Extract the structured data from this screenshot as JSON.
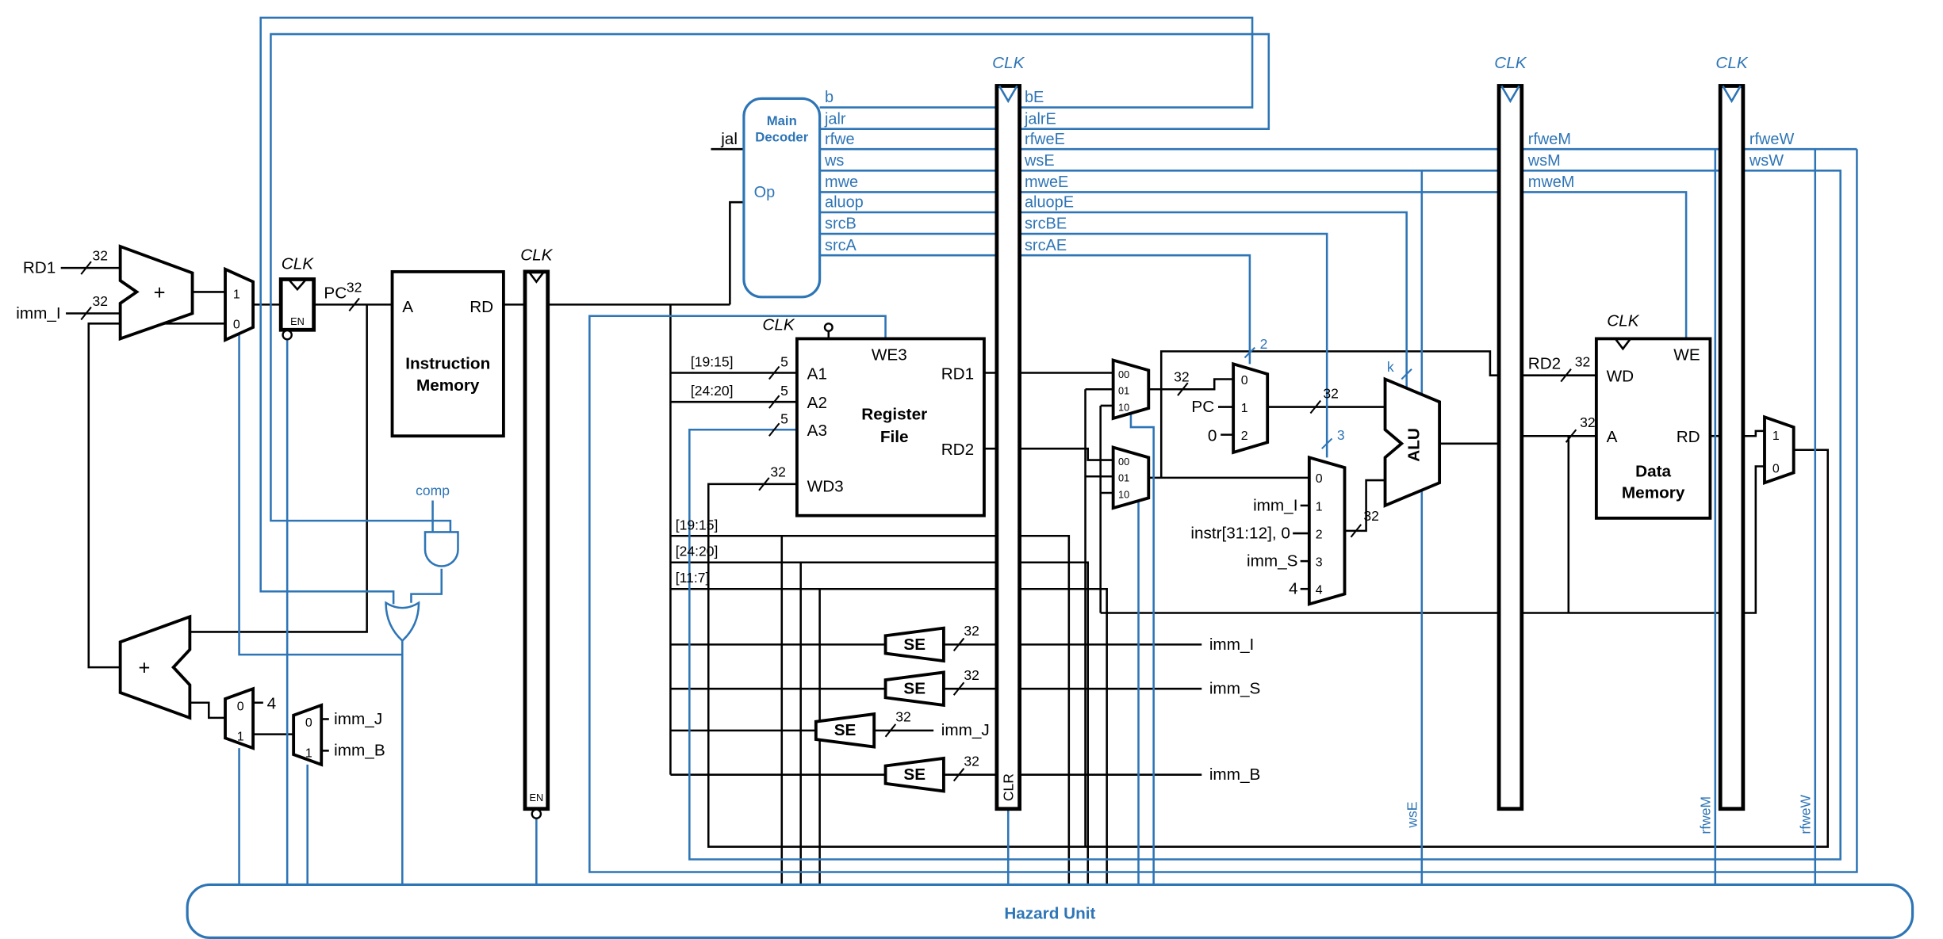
{
  "colors": {
    "control_blue": "#2e75b6",
    "wire_black": "#000000"
  },
  "clk": "CLK",
  "en": "EN",
  "clr": "CLR",
  "plus": "+",
  "pc_label": "PC",
  "digits": {
    "d0": "0",
    "d1": "1",
    "d2": "2",
    "d3": "3",
    "d4": "4"
  },
  "bus": {
    "b32": "32",
    "b5": "5",
    "b2": "2",
    "b3": "3",
    "bk": "k"
  },
  "left": {
    "rd1": "RD1",
    "imm_i": "imm_I",
    "const4": "4",
    "imm_j": "imm_J",
    "imm_b": "imm_B",
    "comp": "comp"
  },
  "imem": {
    "a": "A",
    "rd": "RD",
    "name1": "Instruction",
    "name2": "Memory"
  },
  "decoder": {
    "name1": "Main",
    "name2": "Decoder",
    "jal": "jal",
    "op": "Op",
    "out": [
      "b",
      "jalr",
      "rfwe",
      "ws",
      "mwe",
      "aluop",
      "srcB",
      "srcA"
    ],
    "outE": [
      "bE",
      "jalrE",
      "rfweE",
      "wsE",
      "mweE",
      "aluopE",
      "srcBE",
      "srcAE"
    ],
    "outM": [
      "rfweM",
      "wsM",
      "mweM"
    ],
    "outW": [
      "rfweW",
      "wsW"
    ]
  },
  "regfile": {
    "we3": "WE3",
    "a1": "A1",
    "a2": "A2",
    "a3": "A3",
    "wd3": "WD3",
    "rd1": "RD1",
    "rd2": "RD2",
    "name1": "Register",
    "name2": "File"
  },
  "slices": {
    "hi": "[19:15]",
    "mid": "[24:20]",
    "lo": "[11:7]"
  },
  "se": {
    "label": "SE",
    "imm_i": "imm_I",
    "imm_s": "imm_S",
    "imm_j": "imm_J",
    "imm_b": "imm_B"
  },
  "fwd": {
    "i00": "00",
    "i01": "01",
    "i10": "10"
  },
  "srca_mux": {
    "pc": "PC",
    "zero": "0"
  },
  "srcb_mux": {
    "imm_i": "imm_I",
    "instr": "instr[31:12], 0",
    "imm_s": "imm_S",
    "four": "4"
  },
  "alu": "ALU",
  "dmem": {
    "rd2": "RD2",
    "we": "WE",
    "wd": "WD",
    "a": "A",
    "rd": "RD",
    "name1": "Data",
    "name2": "Memory"
  },
  "vlabels": {
    "wsE": "wsE",
    "rfweM": "rfweM",
    "rfweW": "rfweW"
  },
  "hazard": "Hazard Unit"
}
